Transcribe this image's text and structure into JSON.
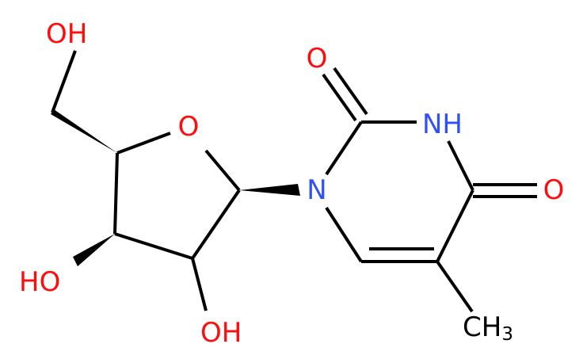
{
  "atoms": {
    "oh_top": "OH",
    "o_ring": "O",
    "oh_left": "HO",
    "oh_bottom": "OH",
    "n1": "N",
    "o_carbonyl_top": "O",
    "nh": "NH",
    "o_carbonyl_right": "O",
    "ch3_c": "CH",
    "ch3_sub": "3"
  },
  "colors": {
    "oxygen": "#ff0d0d",
    "nitrogen": "#3050f8",
    "carbon": "#000000",
    "bond": "#000000"
  }
}
